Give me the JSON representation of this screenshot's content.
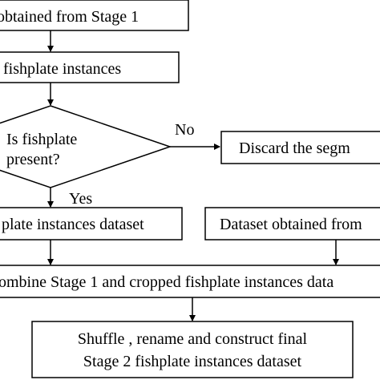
{
  "flowchart": {
    "nodes": {
      "stage1_segments": {
        "text": "obtained from Stage 1"
      },
      "crop_instances": {
        "text": "fishplate instances"
      },
      "decision": {
        "line1": "Is fishplate",
        "line2": "present?"
      },
      "discard": {
        "text": "Discard the segm"
      },
      "instances_dataset": {
        "text": "plate instances dataset"
      },
      "dataset_obtained": {
        "text": "Dataset obtained from"
      },
      "combine": {
        "text": "ombine Stage 1 and cropped fishplate instances data"
      },
      "final": {
        "line1": "Shuffle , rename and construct final",
        "line2": "Stage 2 fishplate instances dataset"
      }
    },
    "edge_labels": {
      "no": "No",
      "yes": "Yes"
    }
  }
}
